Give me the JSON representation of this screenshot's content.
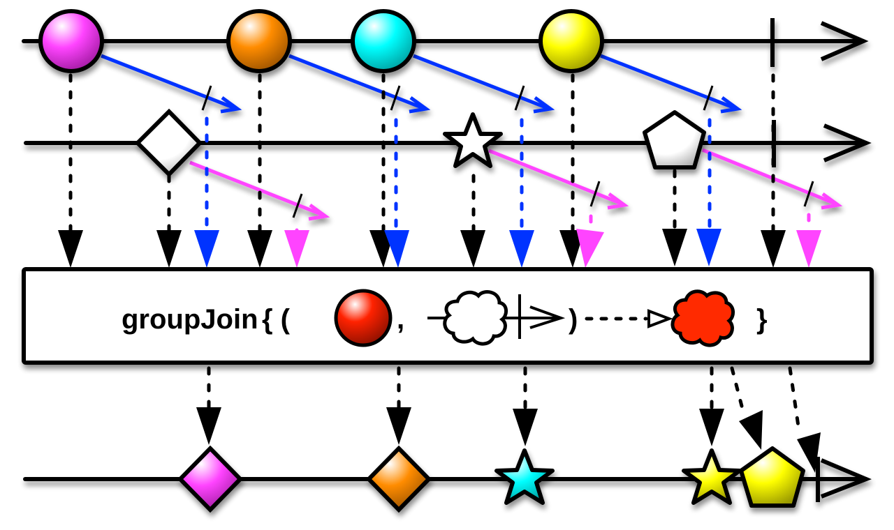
{
  "diagram": {
    "title": "groupJoin marble diagram",
    "operator": {
      "label": "groupJoin",
      "open": "{ (",
      "comma": ",",
      "close_paren": ")",
      "close_brace": "}",
      "left_param_color": "#ff2200",
      "result_cloud_color": "#ff2a00"
    },
    "colors": {
      "line": "#000000",
      "blue_window": "#0033ff",
      "magenta_window": "#ff44ff"
    },
    "left_source": {
      "items": [
        {
          "shape": "circle",
          "color": "#ff44ff",
          "name": "magenta"
        },
        {
          "shape": "circle",
          "color": "#ff8c00",
          "name": "orange"
        },
        {
          "shape": "circle",
          "color": "#00ffff",
          "name": "cyan"
        },
        {
          "shape": "circle",
          "color": "#ffff00",
          "name": "yellow"
        }
      ],
      "completes": true
    },
    "right_source": {
      "items": [
        {
          "shape": "diamond",
          "color": "#ffffff",
          "name": "diamond"
        },
        {
          "shape": "star",
          "color": "#ffffff",
          "name": "star"
        },
        {
          "shape": "pentagon",
          "color": "#ffffff",
          "name": "pentagon"
        }
      ],
      "completes": true
    },
    "output": {
      "items": [
        {
          "shape": "diamond",
          "color": "#ff44ff",
          "name": "magenta-diamond"
        },
        {
          "shape": "diamond",
          "color": "#ff8c00",
          "name": "orange-diamond"
        },
        {
          "shape": "star",
          "color": "#00ffff",
          "name": "cyan-star"
        },
        {
          "shape": "star",
          "color": "#ffff00",
          "name": "yellow-star"
        },
        {
          "shape": "pentagon",
          "color": "#ffff00",
          "name": "yellow-pentagon"
        }
      ],
      "completes": true
    }
  }
}
